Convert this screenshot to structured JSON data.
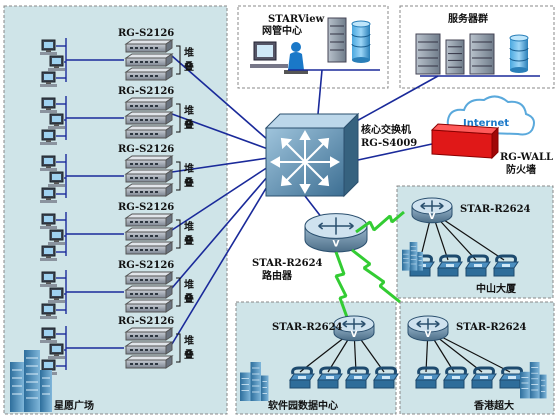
{
  "areas": {
    "plaza": "星愿广场",
    "software_park": "软件园数据中心",
    "hk": "香港超大",
    "zhongshan": "中山大厦"
  },
  "stack_switch": {
    "model": "RG-S2126",
    "stack_label": [
      "堆",
      "叠"
    ]
  },
  "nms": {
    "line1": "STARView",
    "line2": "网管中心"
  },
  "servers": {
    "label": "服务器群"
  },
  "core": {
    "line1": "核心交换机",
    "line2": "RG-S4009"
  },
  "firewall": {
    "line1": "RG-WALL",
    "line2": "防火墙"
  },
  "internet": {
    "label": "Internet"
  },
  "main_router": {
    "line1": "STAR-R2624",
    "line2": "路由器"
  },
  "branch_router": {
    "model": "STAR-R2624"
  },
  "colors": {
    "panel": "#cfe4e8",
    "link": "#1a2a9a",
    "wireless": "#33cc33",
    "firewall": "#e01818",
    "internet": "#1a78c8"
  }
}
